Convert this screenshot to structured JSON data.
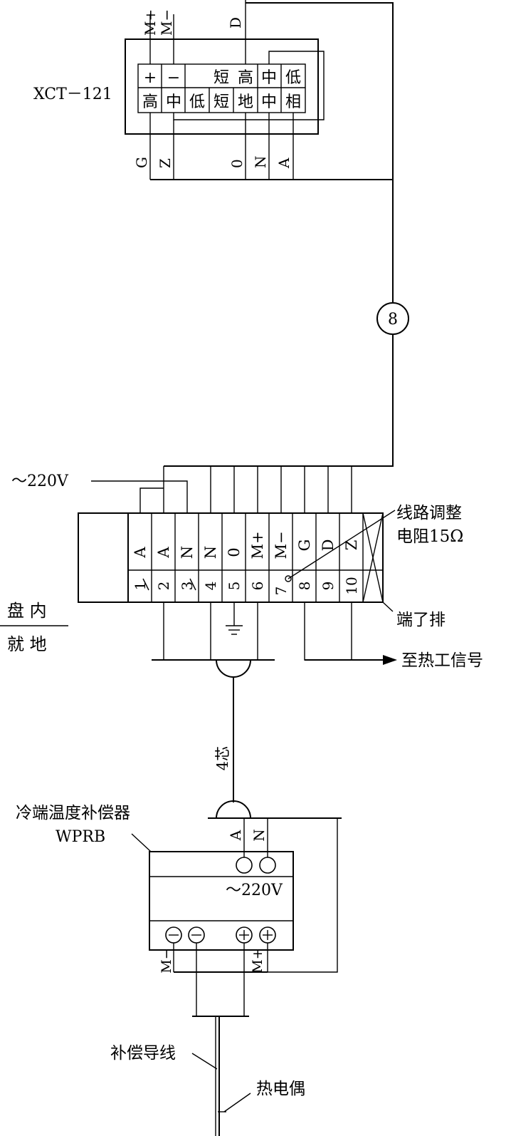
{
  "xct": {
    "model": "XCT－121",
    "top_terminals": [
      "M+",
      "M−",
      "D"
    ],
    "panel_row1": [
      "+",
      "−",
      "短",
      "高",
      "中",
      "低"
    ],
    "panel_row2": [
      "高",
      "中",
      "低",
      "短",
      "地",
      "中",
      "相"
    ],
    "bottom_terminals": [
      "G",
      "Z",
      "0",
      "N",
      "A"
    ]
  },
  "cable": {
    "number": "8"
  },
  "terminal_block": {
    "supply": "～220V",
    "signals": [
      "A",
      "A",
      "N",
      "N",
      "0",
      "M+",
      "M−",
      "G",
      "D",
      "Z"
    ],
    "numbers": [
      "1",
      "2",
      "3",
      "4",
      "5",
      "6",
      "7",
      "8",
      "9",
      "10"
    ],
    "resistor_note_line1": "线路调整",
    "resistor_note_line2": "电阻15Ω",
    "name": "端了排",
    "to_signal": "至热工信号"
  },
  "zone": {
    "inside": "盘 内",
    "local": "就 地"
  },
  "conduit": {
    "cores": "4芯"
  },
  "compensator": {
    "name_line1": "冷端温度补偿器",
    "name_line2": "WPRB",
    "power_terminals": [
      "A",
      "N"
    ],
    "power_supply": "～220V",
    "signal_terminals": [
      "M−",
      "M+"
    ]
  },
  "wires": {
    "comp_wire": "补偿导线",
    "thermocouple": "热电偶"
  }
}
